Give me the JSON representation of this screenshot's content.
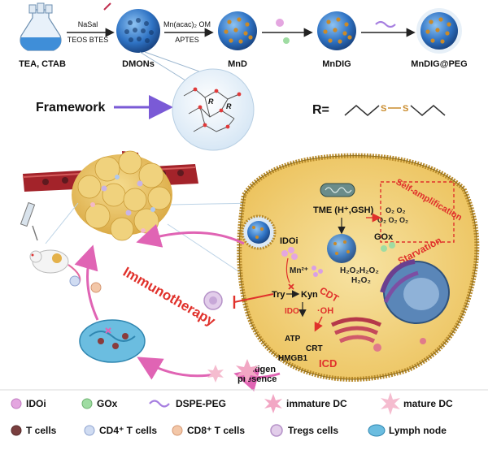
{
  "synthesis": {
    "start_label": "TEA, CTAB",
    "step1_top": "NaSal",
    "step1_bottom": "TEOS BTES",
    "dmons_label": "DMONs",
    "step2_top": "Mn(acac)₂ OM",
    "step2_bottom": "APTES",
    "mnd_label": "MnD",
    "mndig_label": "MnDIG",
    "mndig_peg_label": "MnDIG@PEG",
    "framework_label": "Framework",
    "framework_r_atom": "R",
    "r_label": "R=",
    "s_atom": "S"
  },
  "cell": {
    "tme": "TME (H⁺,GSH)",
    "self_amp": "Self-amplification",
    "o2_row1": "O₂ O₂",
    "o2_row2": "O₂ O₂ O₂",
    "gox": "GOx",
    "starvation": "Starvation",
    "idoi": "IDOi",
    "mn": "Mn²⁺",
    "h2o2_row1": "H₂O₂H₂O₂",
    "h2o2_row2": "H₂O₂",
    "cdt": "CDT",
    "try": "Try",
    "kyn": "Kyn",
    "ido": "IDO",
    "oh": "·OH",
    "atp": "ATP",
    "crt": "CRT",
    "hmgb1": "HMGB1",
    "icd": "ICD"
  },
  "cycle": {
    "immunotherapy": "Immunotherapy",
    "antigen": "antigen",
    "presence": "presence"
  },
  "legend": [
    {
      "label": "IDOi",
      "icon": "idoi-icon"
    },
    {
      "label": "GOx",
      "icon": "gox-icon"
    },
    {
      "label": "DSPE-PEG",
      "icon": "peg-icon"
    },
    {
      "label": "immature DC",
      "icon": "immature-dc-icon"
    },
    {
      "label": "mature DC",
      "icon": "mature-dc-icon"
    },
    {
      "label": "T cells",
      "icon": "t-cell-icon"
    },
    {
      "label": "CD4⁺ T cells",
      "icon": "cd4-t-cell-icon"
    },
    {
      "label": "CD8⁺ T cells",
      "icon": "cd8-t-cell-icon"
    },
    {
      "label": "Tregs cells",
      "icon": "treg-cell-icon"
    },
    {
      "label": "Lymph node",
      "icon": "lymph-node-icon"
    }
  ],
  "colors": {
    "red_label": "#e0312b",
    "cell_fill": "#f1cf71",
    "membrane": "#b98b2b",
    "nanoparticle": "#3b7fd0",
    "mn_shell": "#c98a2a",
    "cycle_arrow": "#e064b4",
    "framework_arrow": "#7a5ad6",
    "tumor": "#e9c25c",
    "vessel": "#a3232a"
  }
}
